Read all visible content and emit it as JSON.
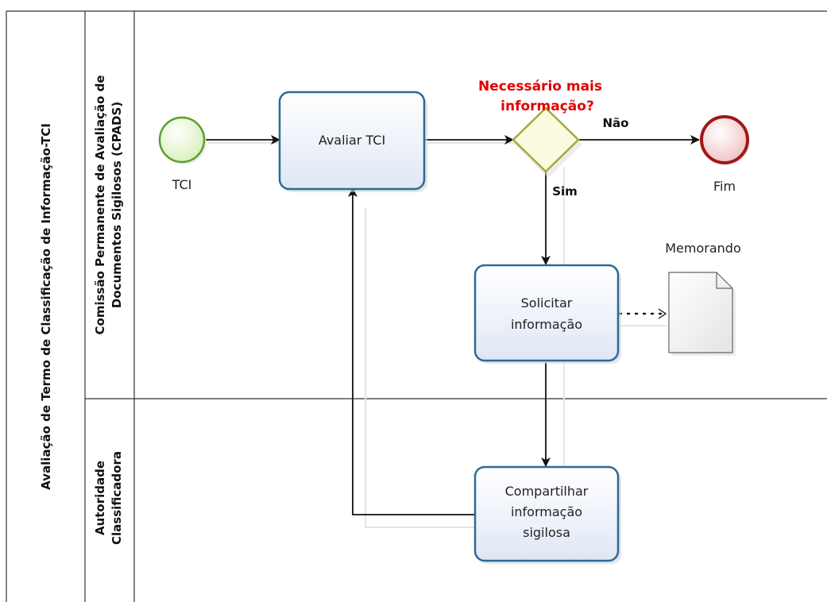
{
  "pool": {
    "title": "Avaliação de Termo de Classificação de Informação-TCI"
  },
  "lanes": [
    {
      "line1": "Comissão Permanente de Avaliação de",
      "line2": "Documentos Sigilosos (CPADS)"
    },
    {
      "line1": "Autoridade",
      "line2": "Classificadora"
    }
  ],
  "events": {
    "start": {
      "label": "TCI"
    },
    "end": {
      "label": "Fim"
    }
  },
  "tasks": {
    "avaliar": {
      "line1": "Avaliar TCI"
    },
    "solicitar": {
      "line1": "Solicitar",
      "line2": "informação"
    },
    "compartilhar": {
      "line1": "Compartilhar",
      "line2": "informação",
      "line3": "sigilosa"
    }
  },
  "gateway": {
    "question_line1": "Necessário mais",
    "question_line2": "informação?",
    "question_color": "#e00000",
    "no_label": "Não",
    "yes_label": "Sim"
  },
  "data_object": {
    "label": "Memorando"
  },
  "colors": {
    "task_border": "#2c6a96",
    "task_fill_top": "#ffffff",
    "task_fill_bottom": "#dfe7f5",
    "start_border": "#5aa02c",
    "start_fill": "#e9f7d8",
    "end_border": "#a01818",
    "end_fill": "#f6d4d4",
    "gateway_border": "#a8a83a",
    "gateway_fill": "#fbfbe0"
  }
}
